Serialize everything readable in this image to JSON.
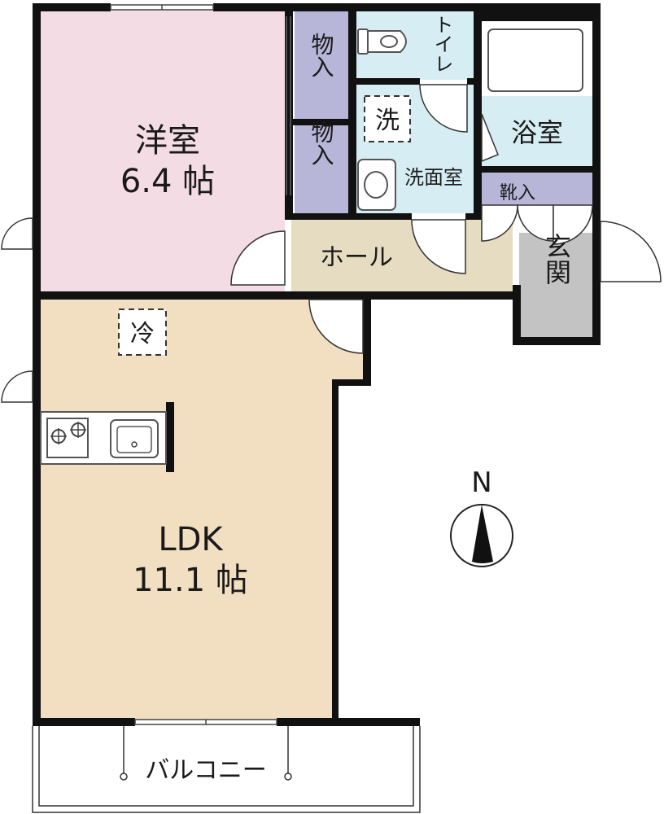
{
  "rooms": {
    "western_room": {
      "name": "洋室",
      "size": "6.4 帖"
    },
    "storage_upper": "物入",
    "storage_lower": "物入",
    "toilet": "トイレ",
    "washer_mark": "洗",
    "washroom": "洗面室",
    "bathroom": "浴室",
    "shoe_storage": "靴入",
    "hall": "ホール",
    "entrance": "玄関",
    "fridge_mark": "冷",
    "ldk": {
      "name": "LDK",
      "size": "11.1 帖"
    },
    "balcony": "バルコニー"
  },
  "compass": {
    "label": "N"
  },
  "colors": {
    "wall": "#111111",
    "western_room": "#f4dce4",
    "storage": "#b8b6d8",
    "wet_area": "#d6eef3",
    "hall": "#e6dcc2",
    "ldk": "#f2dfc1",
    "entrance": "#c3c3c3"
  }
}
